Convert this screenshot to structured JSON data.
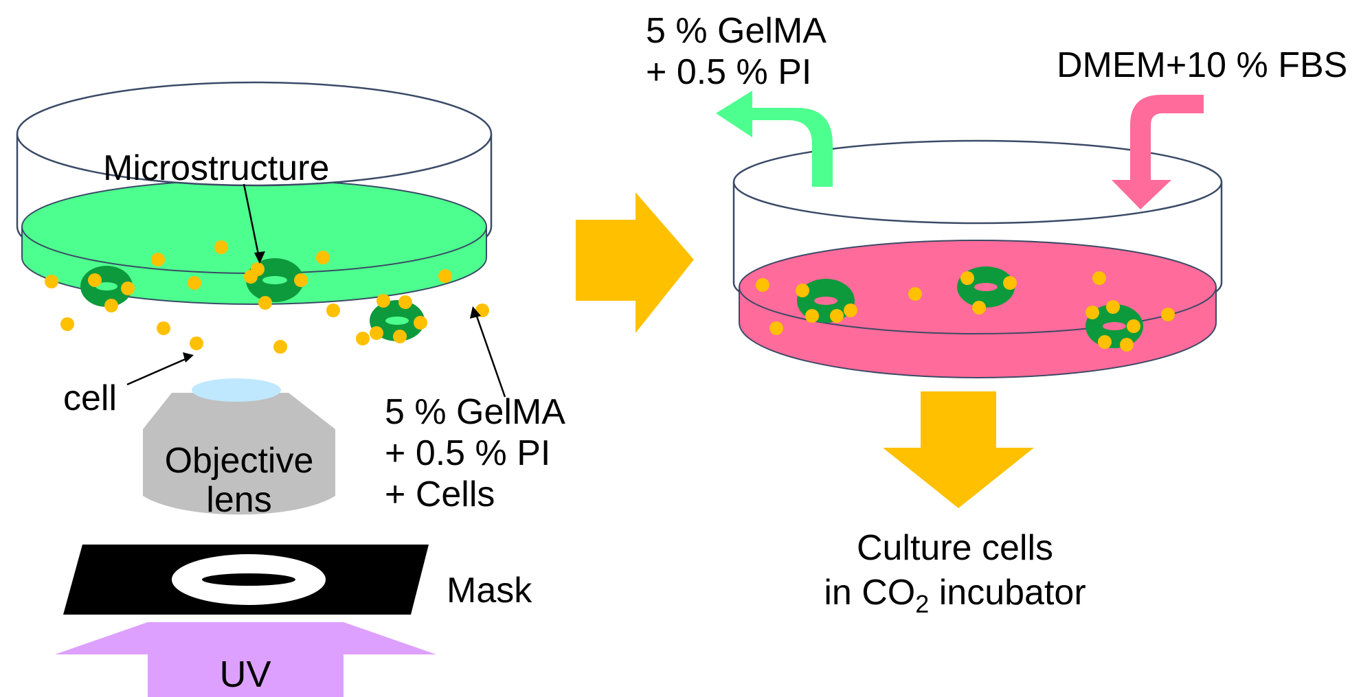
{
  "colors": {
    "gel_green": "#4dff8e",
    "medium_pink": "#ff6b9a",
    "cell_orange": "#ffc000",
    "microstructure_green": "#0d9a3c",
    "arrow_orange": "#ffc000",
    "arrow_out_green": "#4dff8e",
    "arrow_in_pink": "#ff6b9a",
    "uv_violet": "#dda0ff",
    "lens_gray": "#c0c0c0",
    "lens_top_blue": "#bfe8ff",
    "mask_black": "#000000"
  },
  "left_dish": {
    "microstructure_label": "Microstructure",
    "cell_label": "cell",
    "gel_label": [
      "5 % GelMA",
      "+ 0.5 % PI",
      "+ Cells"
    ]
  },
  "objective": {
    "label": [
      "Objective",
      "lens"
    ]
  },
  "mask": {
    "label": "Mask"
  },
  "uv": {
    "label": "UV"
  },
  "right_dish": {
    "out_label": [
      "5 % GelMA",
      "+ 0.5 % PI"
    ],
    "in_label": "DMEM+10 % FBS"
  },
  "culture": {
    "line1": "Culture cells",
    "line2_prefix": "in CO",
    "line2_sub": "2",
    "line2_suffix": " incubator"
  }
}
